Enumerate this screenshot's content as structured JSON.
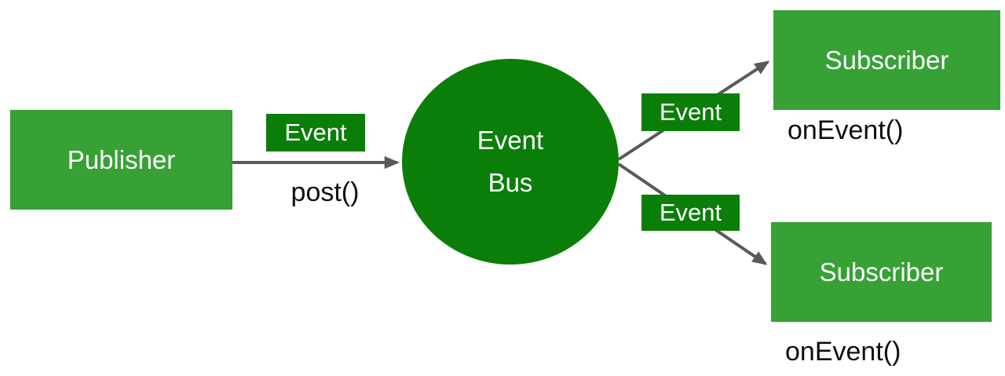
{
  "publisher": {
    "label": "Publisher",
    "method": "post()"
  },
  "event_bus": {
    "lines": [
      "Event",
      "Bus"
    ]
  },
  "edges": {
    "publish_event_label": "Event",
    "subscribe_event_labels": [
      "Event",
      "Event"
    ]
  },
  "subscribers": [
    {
      "label": "Subscriber",
      "method": "onEvent()"
    },
    {
      "label": "Subscriber",
      "method": "onEvent()"
    }
  ],
  "colors": {
    "box_green": "#37A135",
    "dark_green": "#0A7E09",
    "arrow_gray": "#595959",
    "text_white": "#FFFFFF",
    "text_black": "#0F0F0F"
  }
}
